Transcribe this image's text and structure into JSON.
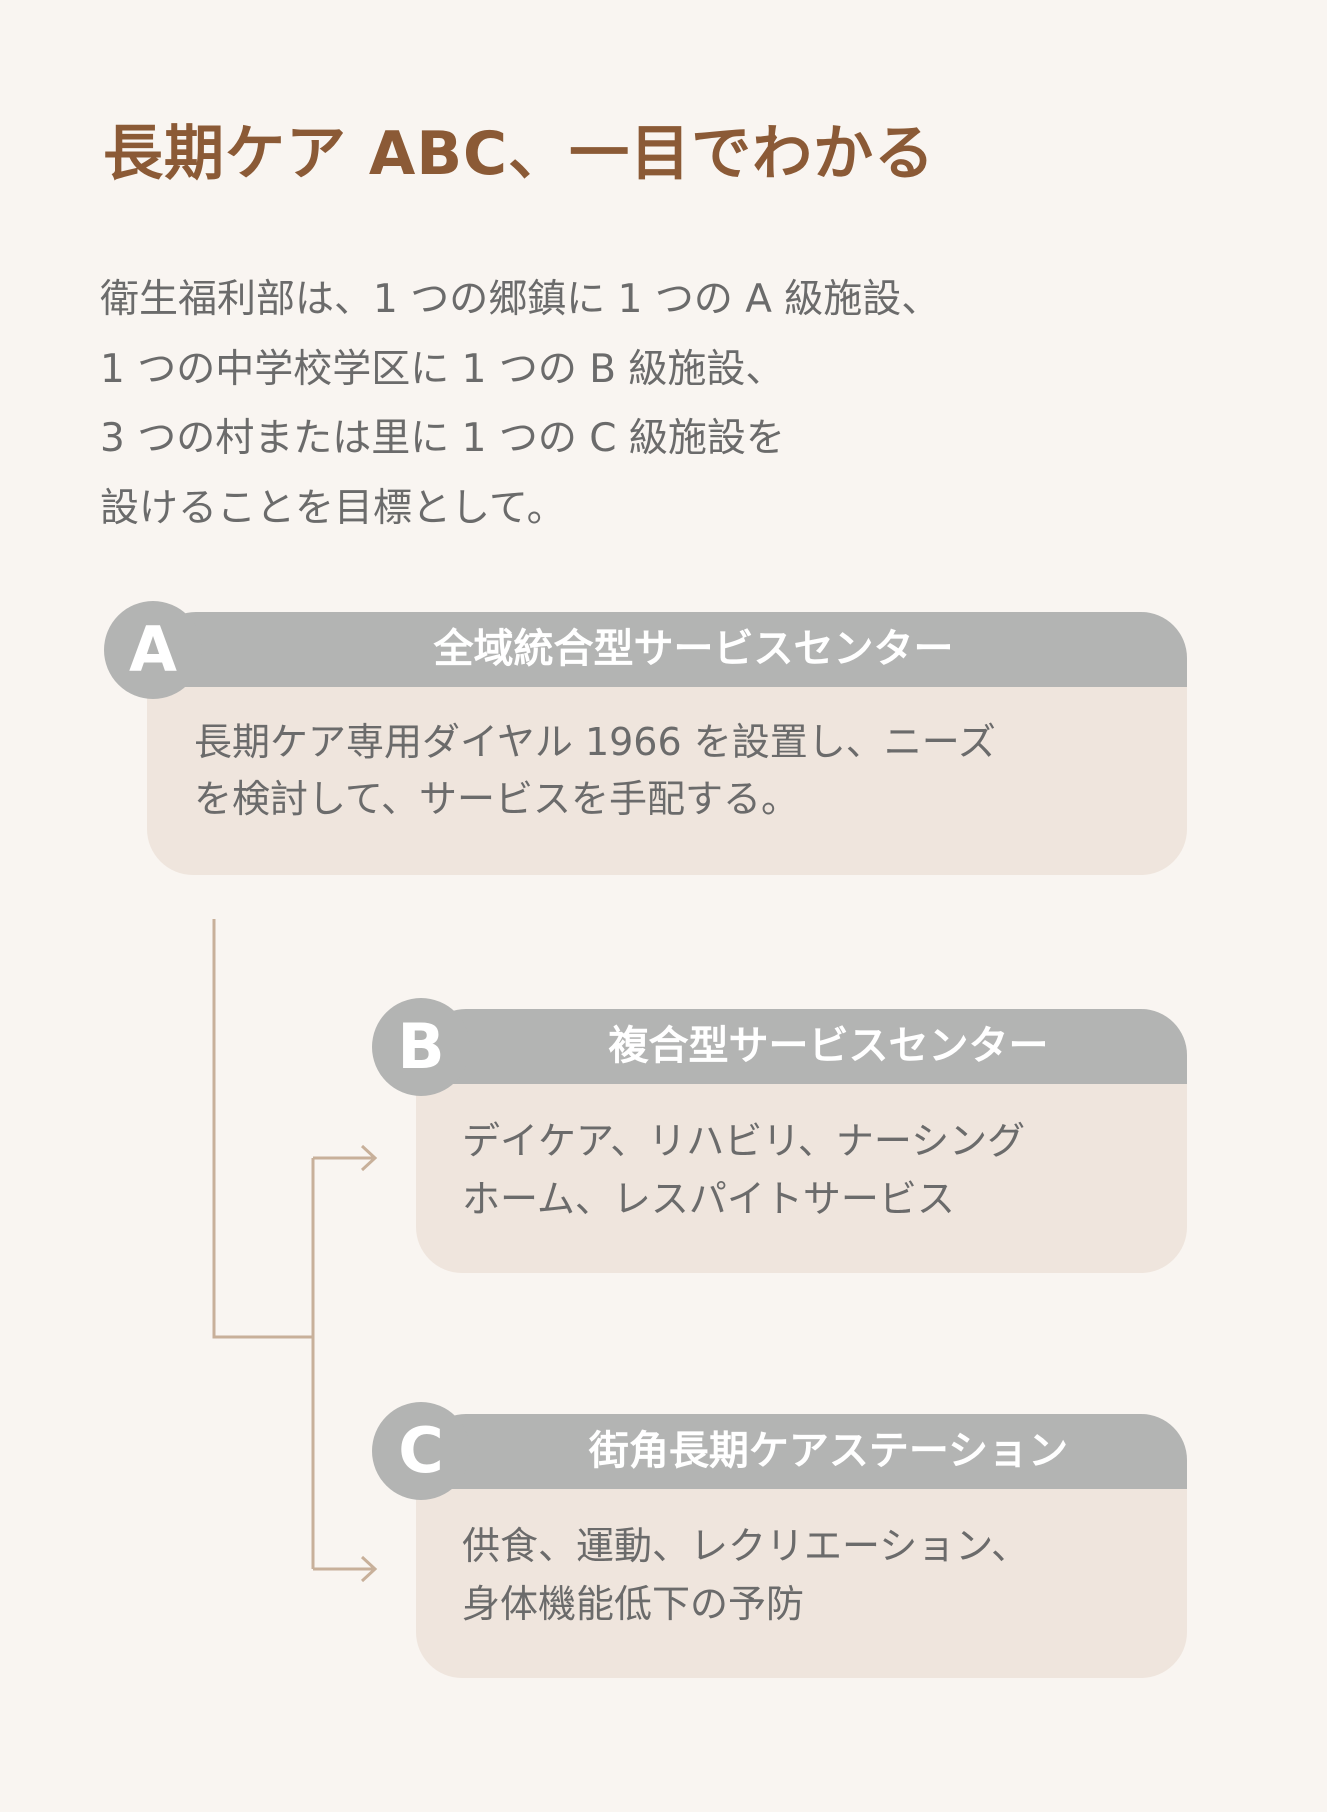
{
  "title": "長期ケア ABC、一目でわかる",
  "intro": [
    "衛生福利部は、1 つの郷鎮に 1 つの A 級施設、",
    "1 つの中学校学区に 1 つの B 級施設、",
    "3 つの村または里に 1 つの C 級施設を",
    "設けることを目標として。"
  ],
  "cards": [
    {
      "letter": "A",
      "heading": "全域統合型サービスセンター",
      "lines": [
        "長期ケア専用ダイヤル 1966 を設置し、ニーズ",
        "を検討して、サービスを手配する。"
      ]
    },
    {
      "letter": "B",
      "heading": "複合型サービスセンター",
      "lines": [
        "デイケア、リハビリ、ナーシング",
        "ホーム、レスパイトサービス"
      ]
    },
    {
      "letter": "C",
      "heading": "街角長期ケアステーション",
      "lines": [
        "供食、運動、レクリエーション、",
        "身体機能低下の予防"
      ]
    }
  ],
  "colors": {
    "title": "#8b5a36",
    "header": "#b3b4b3",
    "card": "#efe5dd",
    "connector": "#c8b09a",
    "background": "#f9f5f1"
  }
}
